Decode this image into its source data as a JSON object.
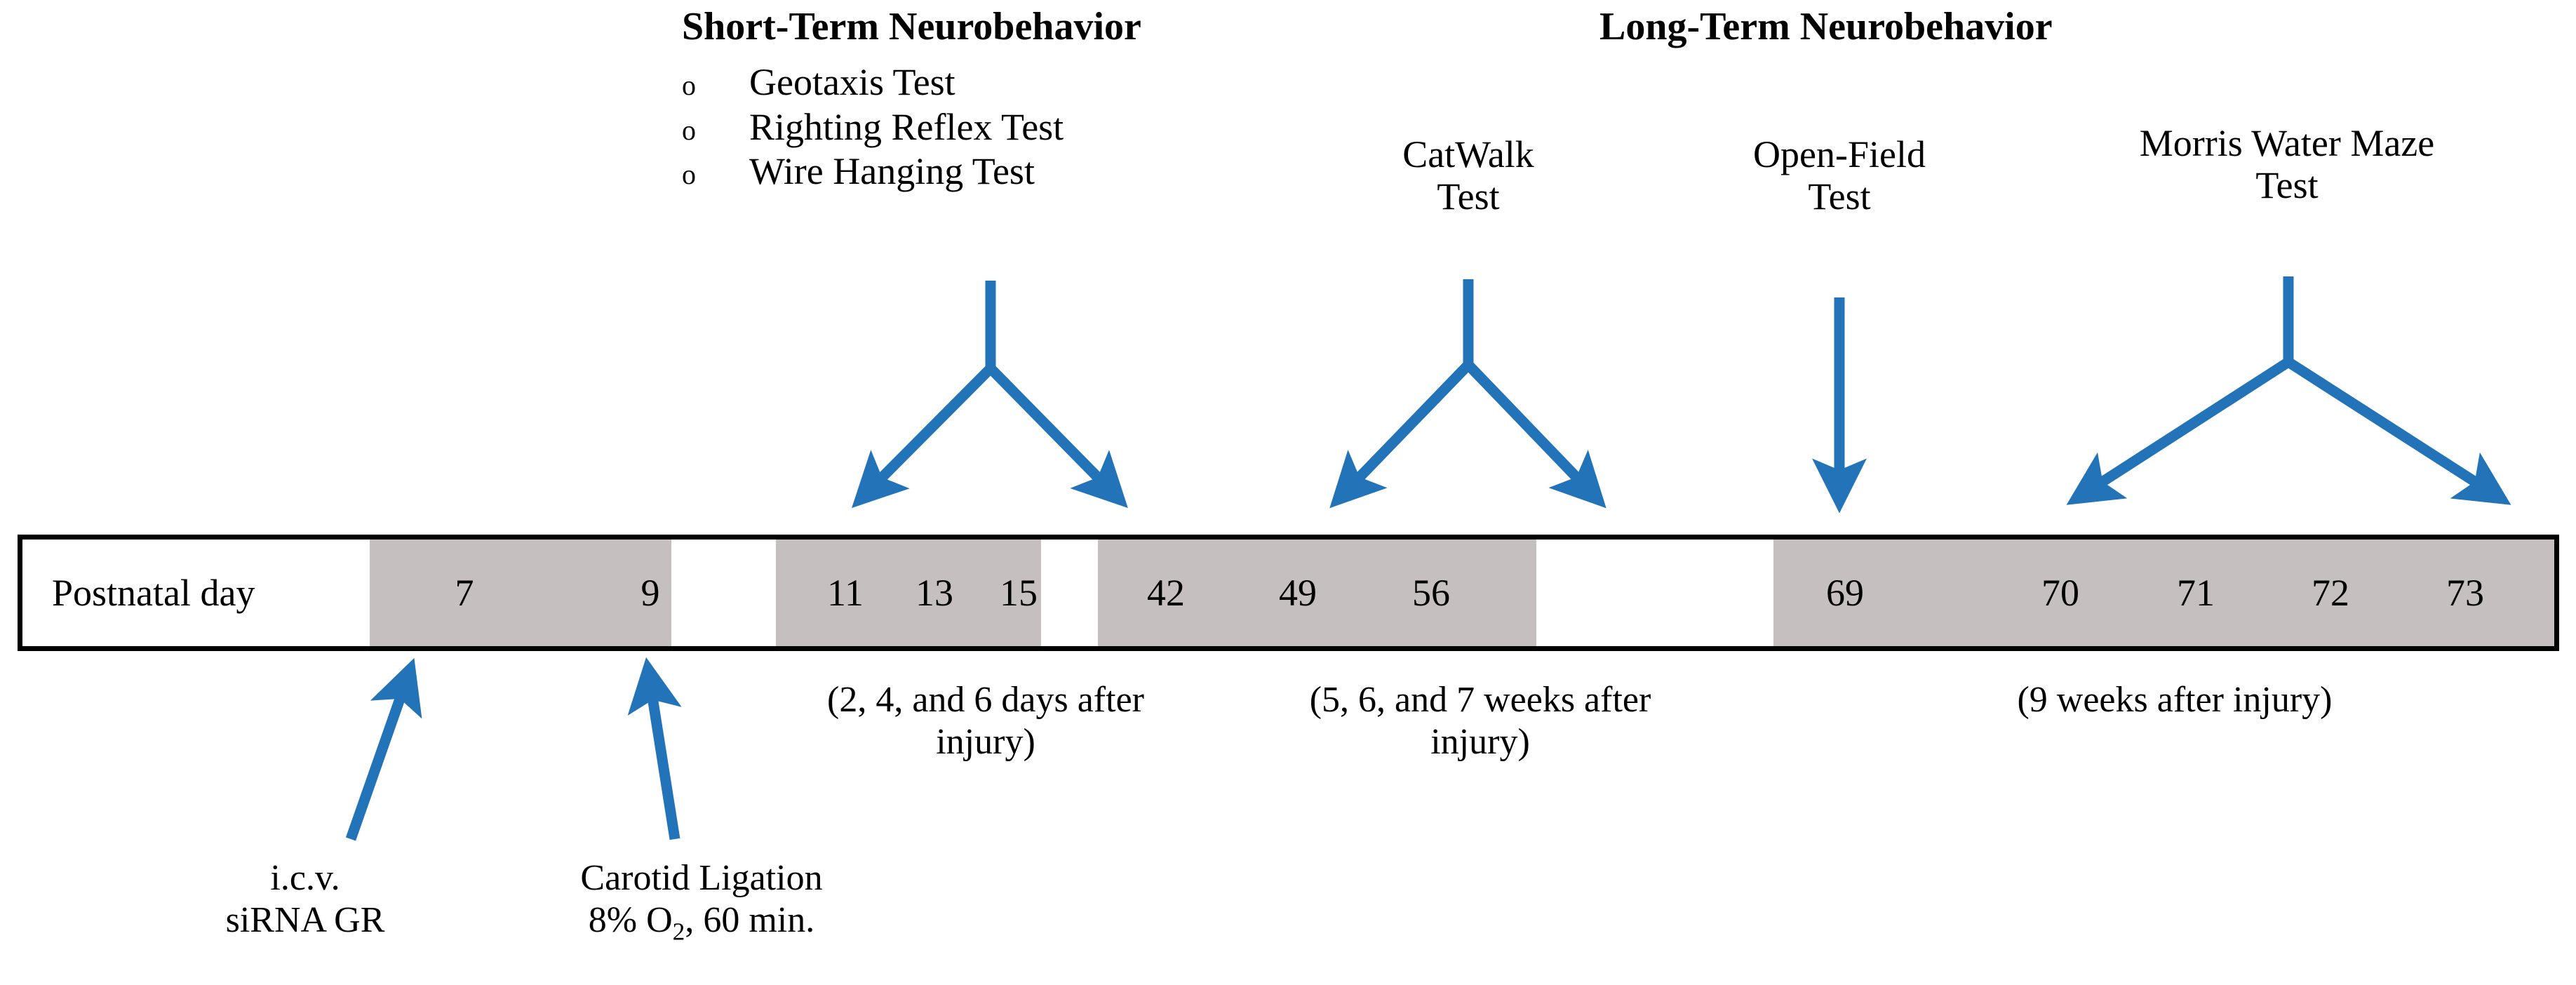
{
  "figure": {
    "type": "experimental-timeline",
    "accent_color": "#2273B8",
    "band_color": "#C6BFBF",
    "border_color": "#000000",
    "background": "#ffffff"
  },
  "groups": [
    {
      "id": "short-term",
      "heading": "Short-Term Neurobehavior",
      "bullet_marker": "o",
      "tests": [
        "Geotaxis Test",
        "Righting Reflex Test",
        "Wire Hanging Test"
      ]
    },
    {
      "id": "long-term",
      "heading": "Long-Term Neurobehavior",
      "tests": []
    }
  ],
  "test_labels": [
    {
      "id": "catwalk",
      "line1": "CatWalk",
      "line2": "Test"
    },
    {
      "id": "open-field",
      "line1": "Open-Field",
      "line2": "Test"
    },
    {
      "id": "morris-water-maze",
      "line1": "Morris Water Maze",
      "line2": "Test"
    }
  ],
  "timeline": {
    "row_label": "Postnatal day",
    "segments": [
      {
        "id": "seg-label",
        "shaded": false,
        "days": []
      },
      {
        "id": "seg-intervention",
        "shaded": true,
        "days": [
          "7",
          "9"
        ]
      },
      {
        "id": "seg-gap-1",
        "shaded": false,
        "days": []
      },
      {
        "id": "seg-short-term",
        "shaded": true,
        "days": [
          "11",
          "13",
          "15"
        ]
      },
      {
        "id": "seg-gap-2",
        "shaded": false,
        "days": []
      },
      {
        "id": "seg-catwalk",
        "shaded": true,
        "days": [
          "42",
          "49",
          "56"
        ]
      },
      {
        "id": "seg-gap-3",
        "shaded": false,
        "days": []
      },
      {
        "id": "seg-long-term",
        "shaded": true,
        "days": [
          "69",
          "70",
          "71",
          "72",
          "73"
        ]
      }
    ],
    "all_days": [
      "7",
      "9",
      "11",
      "13",
      "15",
      "42",
      "49",
      "56",
      "69",
      "70",
      "71",
      "72",
      "73"
    ]
  },
  "captions": [
    {
      "id": "caption-short-term",
      "line1": "(2, 4, and 6 days after",
      "line2": "injury)"
    },
    {
      "id": "caption-catwalk",
      "line1": "(5, 6, and 7 weeks after",
      "line2": "injury)"
    },
    {
      "id": "caption-long-term",
      "line1": "(9 weeks after injury)",
      "line2": ""
    }
  ],
  "interventions": [
    {
      "id": "icv-sirna",
      "line1": "i.c.v.",
      "line2": "siRNA GR",
      "day": "7"
    },
    {
      "id": "carotid-ligation",
      "line1": "Carotid Ligation",
      "line2_pre": "8% O",
      "line2_sub": "2",
      "line2_post": ", 60 min.",
      "day": "9"
    }
  ]
}
